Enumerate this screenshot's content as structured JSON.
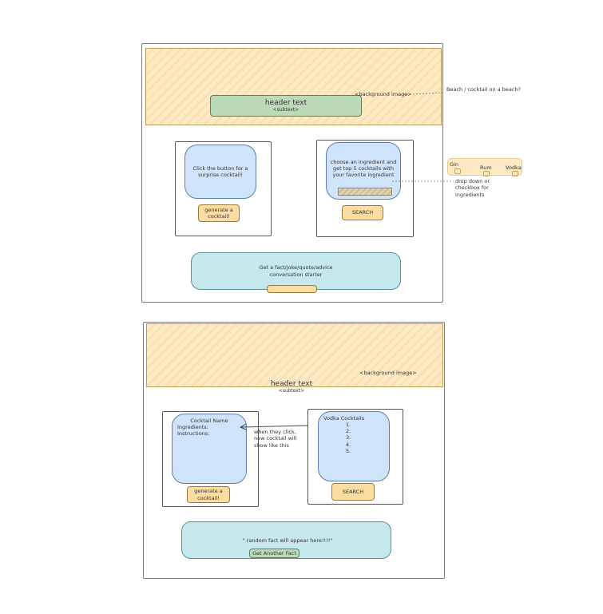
{
  "wireframe1": {
    "header_title": "header text",
    "header_subtext": "<subtext>",
    "bg_image_label": "<background image>",
    "bg_image_note": "Beach / cocktail on a beach?",
    "random_card_text": "Click the button for a surprise cocktail!",
    "random_button": "generate a cocktail!",
    "search_card_text": "choose an ingredient and get top 5 cocktails with your favorite ingredient",
    "search_button": "SEARCH",
    "dropdown_options": [
      "Gin",
      "Rum",
      "Vodka"
    ],
    "dropdown_note": "drop down or checkbox for ingredients",
    "fact_bar_text": "Get a fact/joke/quote/advice conversation starter"
  },
  "wireframe2": {
    "header_title": "header text",
    "header_subtext": "<subtext>",
    "bg_image_label": "<background image>",
    "cocktail_name": "Cocktail Name",
    "ingredients_label": "Ingredients:",
    "instructions_label": "Instructions:",
    "arrow_note": "when they click, new cocktail will show like this",
    "random_button": "generate a cocktail!",
    "results_title": "Vodka Cocktails",
    "results_list": [
      "1.",
      "2.",
      "3.",
      "4.",
      "5."
    ],
    "search_button": "SEARCH",
    "fact_text": "\" random fact will appear here!!!!\"",
    "fact_button": "Get Another Fact"
  },
  "colors": {
    "header_bg": "#fde9c3",
    "bubble_blue": "#cfe3fb",
    "button_yellow": "#fcdca1",
    "title_green": "#bcd9b8",
    "fact_teal": "#c5e8ec"
  }
}
